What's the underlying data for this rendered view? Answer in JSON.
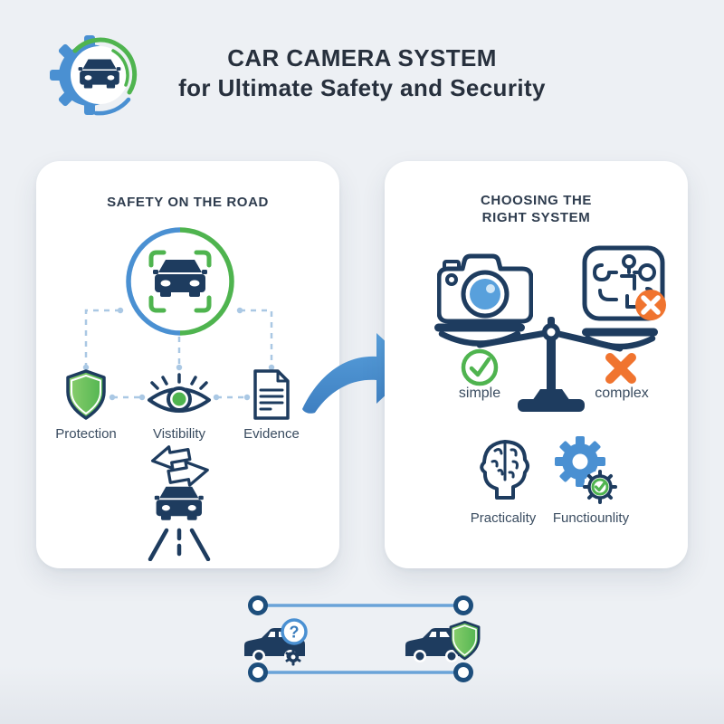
{
  "header": {
    "title_line1": "CAR CAMERA SYSTEM",
    "title_line2": "for Ultimate Safety and Security"
  },
  "left_panel": {
    "title": "SAFETY ON THE ROAD",
    "items": [
      {
        "icon": "shield-icon",
        "label": "Protection"
      },
      {
        "icon": "eye-icon",
        "label": "Vistibility"
      },
      {
        "icon": "document-icon",
        "label": "Evidence"
      }
    ]
  },
  "right_panel": {
    "title_line1": "CHOOSING THE",
    "title_line2": "RIGHT SYSTEM",
    "scale": {
      "left_label": "simple",
      "right_label": "complex"
    },
    "criteria": [
      {
        "icon": "brain-icon",
        "label": "Practicality"
      },
      {
        "icon": "gears-check-icon",
        "label": "Functiounlity"
      }
    ]
  },
  "timeline": {
    "question_mark": "?"
  },
  "colors": {
    "bg": "#edf0f4",
    "bg_bottom": "#e2e6ec",
    "card": "#ffffff",
    "ink": "#27303d",
    "title": "#2e3c4e",
    "label": "#3a4c60",
    "navy": "#1e3c5f",
    "blue": "#4a90d2",
    "green": "#4fb44f",
    "green_light": "#8ccf6e",
    "orange": "#f0742f",
    "lens": "#58a0dc",
    "lens_hi": "#cfe6f7",
    "dash": "#aac8e4",
    "tline": "#6aa3d8",
    "ringnavy": "#1d4e7c",
    "qmark": "#3a7dbd"
  }
}
